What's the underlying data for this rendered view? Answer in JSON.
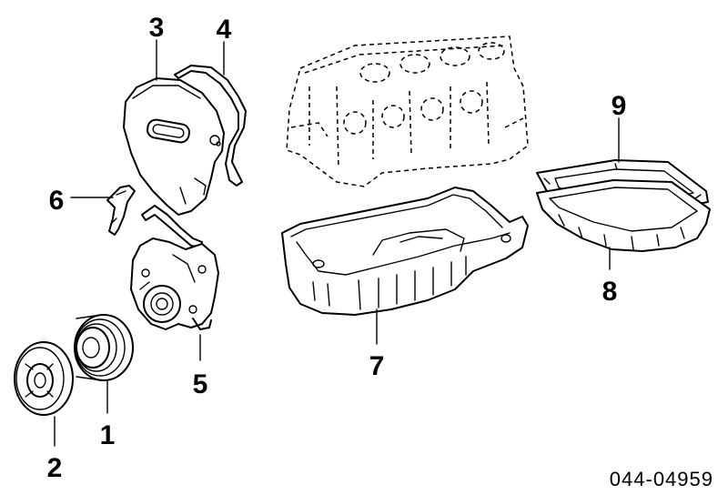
{
  "diagram": {
    "callouts": [
      "1",
      "2",
      "3",
      "4",
      "5",
      "6",
      "7",
      "8",
      "9"
    ],
    "drawing_code": "044-04959"
  }
}
